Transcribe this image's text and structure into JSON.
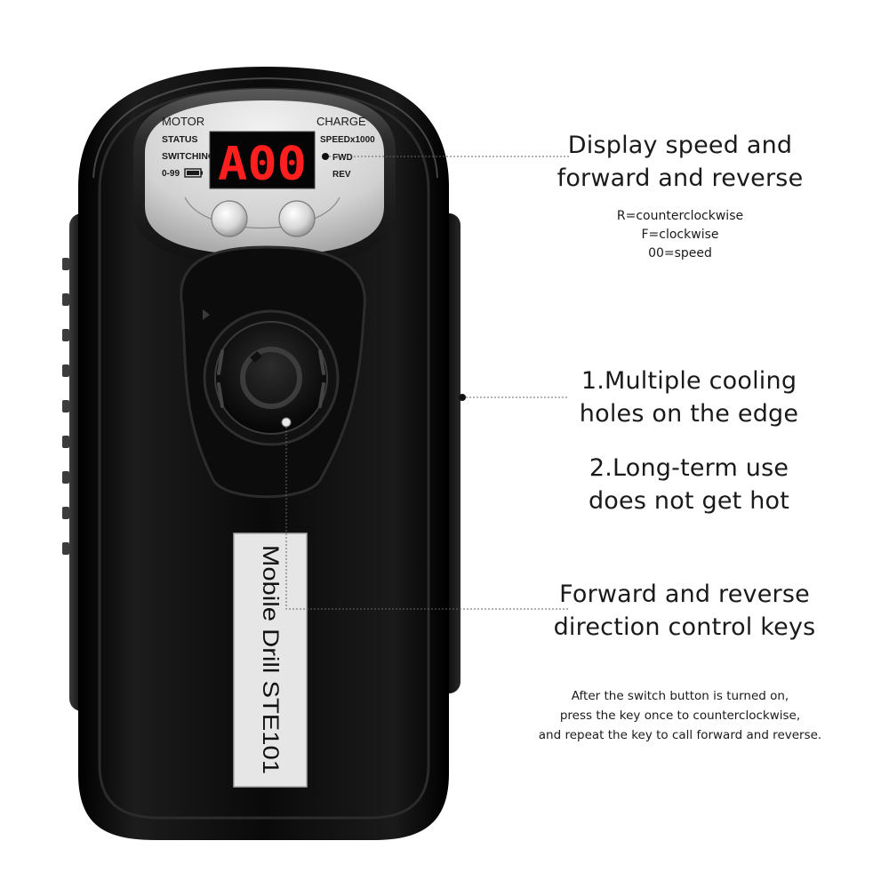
{
  "device": {
    "panel_left": {
      "line1": "MOTOR",
      "line2": "STATUS",
      "line3": "SWITCHING",
      "line4": "0-99"
    },
    "panel_right": {
      "line1": "CHARGE",
      "line2": "SPEEDx1000",
      "line3": "FWD",
      "line4": "REV"
    },
    "display_value": "A00",
    "label": "Mobile Drill STE101"
  },
  "callouts": {
    "display": {
      "title_line1": "Display speed and",
      "title_line2": "forward and reverse",
      "legend": [
        "R=counterclockwise",
        "F=clockwise",
        "00=speed"
      ]
    },
    "cooling": {
      "line1": "1.Multiple cooling",
      "line2": "holes on the edge",
      "line3": "2.Long-term use",
      "line4": "does not get hot"
    },
    "keys": {
      "line1": "Forward and reverse",
      "line2": "direction control keys"
    },
    "note": {
      "line1": "After the switch button is turned on,",
      "line2": "press the key once to counterclockwise,",
      "line3": "and repeat the key to call forward and reverse."
    }
  },
  "colors": {
    "body": "#0b0b0b",
    "panel": "#d8d8d8",
    "led": "#ff1f1f",
    "text": "#1a1a1a"
  }
}
